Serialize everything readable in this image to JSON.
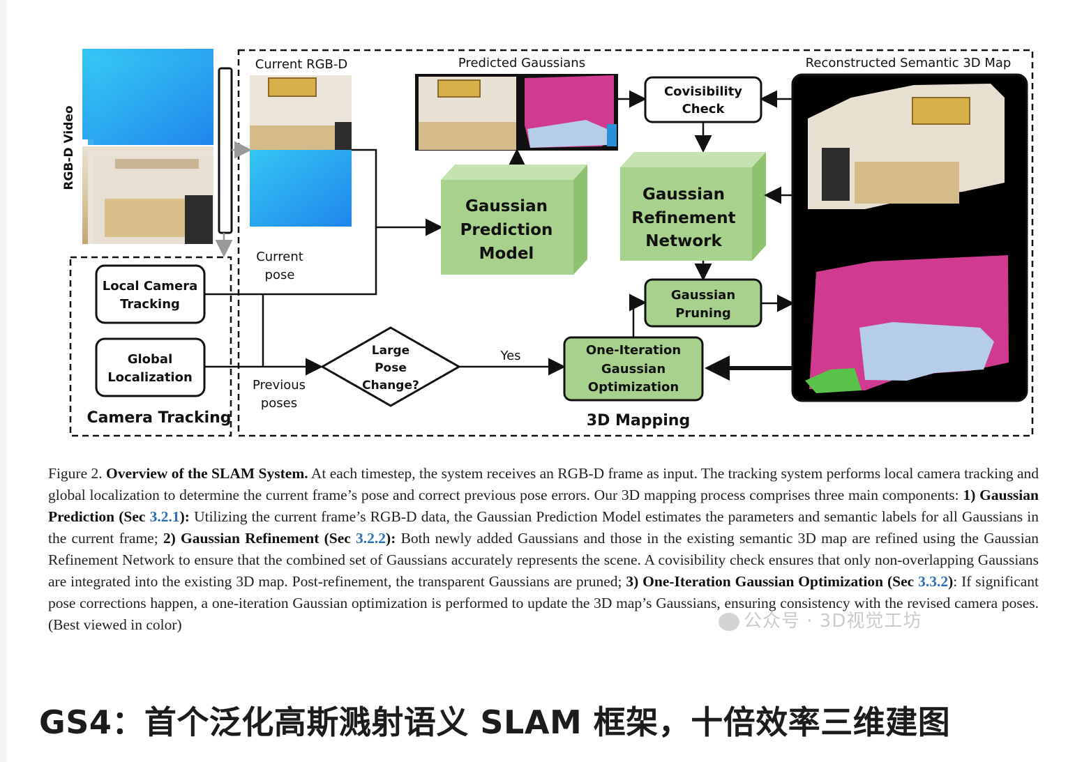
{
  "figure": {
    "labels": {
      "rgbd_video": "RGB-D Video",
      "current_rgbd": "Current RGB-D",
      "predicted_gaussians": "Predicted Gaussians",
      "reconstructed_map": "Reconstructed Semantic 3D Map",
      "current_pose_1": "Current",
      "current_pose_2": "pose",
      "previous_poses_1": "Previous",
      "previous_poses_2": "poses",
      "yes": "Yes",
      "camera_tracking": "Camera Tracking",
      "mapping_3d": "3D Mapping"
    },
    "boxes": {
      "local_tracking_1": "Local Camera",
      "local_tracking_2": "Tracking",
      "global_loc_1": "Global",
      "global_loc_2": "Localization",
      "covis_1": "Covisibility",
      "covis_2": "Check",
      "gpm_1": "Gaussian",
      "gpm_2": "Prediction",
      "gpm_3": "Model",
      "grn_1": "Gaussian",
      "grn_2": "Refinement",
      "grn_3": "Network",
      "prune_1": "Gaussian",
      "prune_2": "Pruning",
      "oigo_1": "One-Iteration",
      "oigo_2": "Gaussian",
      "oigo_3": "Optimization",
      "diamond_1": "Large",
      "diamond_2": "Pose",
      "diamond_3": "Change?"
    },
    "colors": {
      "green_fill": "#a9d18e",
      "green_front": "#8fc270",
      "green_top": "#c5e3b0",
      "depth_blue": "#29a8f0",
      "magenta": "#d13b8f",
      "light_blue": "#b6cde8",
      "ground_green": "#58c24a"
    }
  },
  "caption": {
    "prefix": "Figure 2. ",
    "title": "Overview of the SLAM System.",
    "s1": " At each timestep, the system receives an RGB-D frame as input. The tracking system performs local camera tracking and global localization to determine the current frame’s pose and correct previous pose errors. Our 3D mapping process comprises three main components: ",
    "b1": "1) Gaussian Prediction (Sec ",
    "r1": "3.2.1",
    "b1e": "):",
    "s2": " Utilizing the current frame’s RGB-D data, the Gaussian Prediction Model estimates the parameters and semantic labels for all Gaussians in the current frame; ",
    "b2": "2) Gaussian Refinement (Sec ",
    "r2": "3.2.2",
    "b2e": "):",
    "s3": " Both newly added Gaussians and those in the existing semantic 3D map are refined using the Gaussian Refinement Network to ensure that the combined set of Gaussians accurately represents the scene. A covisibility check ensures that only non-overlapping Gaussians are integrated into the existing 3D map. Post-refinement, the transparent Gaussians are pruned; ",
    "b3": "3) One-Iteration Gaussian Optimization (Sec ",
    "r3": "3.3.2",
    "b3e": ")",
    "s4": ": If significant pose corrections happen, a one-iteration Gaussian optimization is performed to update the 3D map’s Gaussians, ensuring consistency with the revised camera poses. (Best viewed in color)"
  },
  "watermark": "公众号 · 3D视觉工坊",
  "headline": "GS4：首个泛化高斯溅射语义 SLAM 框架，十倍效率三维建图"
}
